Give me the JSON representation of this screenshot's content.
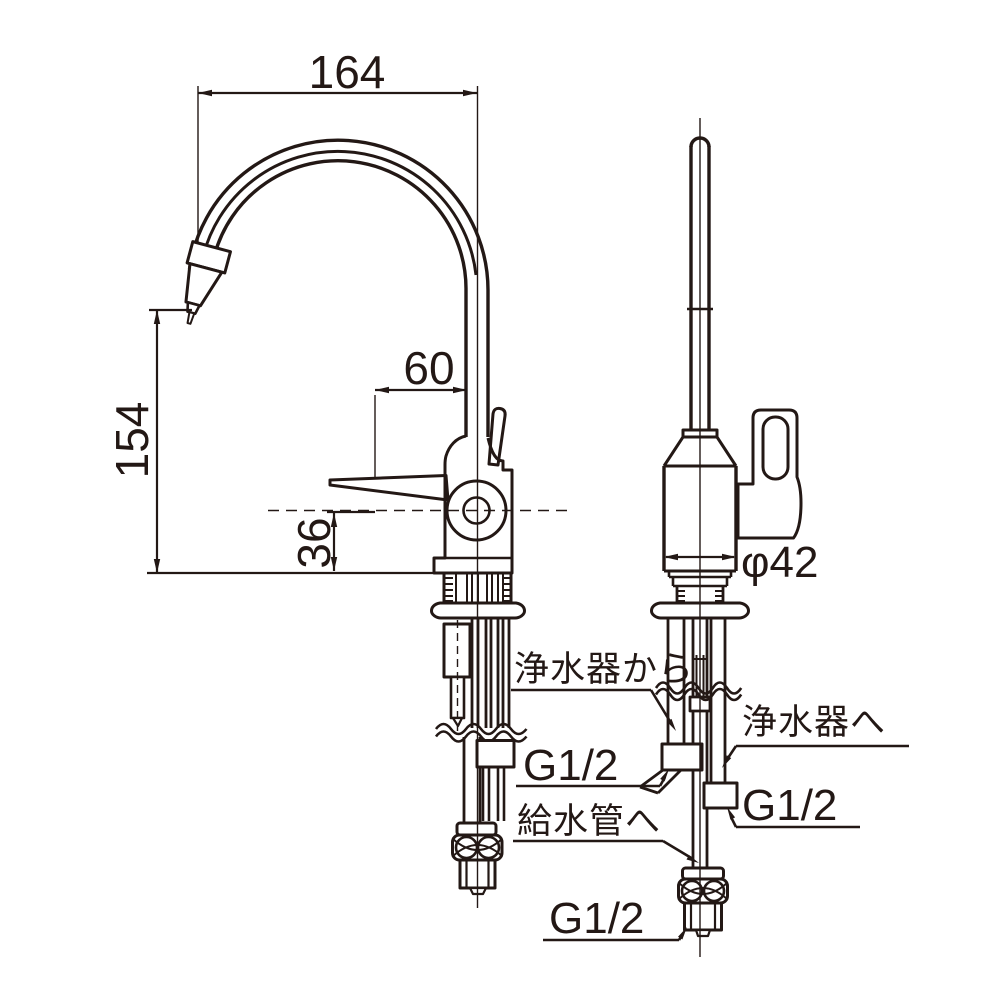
{
  "colors": {
    "ink": "#231815",
    "background": "#ffffff"
  },
  "dimensions": {
    "spout_reach_mm": "164",
    "spout_height_mm": "154",
    "lever_offset_mm": "60",
    "outlet_center_height_mm": "36",
    "body_diameter": "φ42"
  },
  "labels": {
    "from_purifier": "浄水器から",
    "to_purifier": "浄水器へ",
    "to_supply_pipe": "給水管へ",
    "connection_left": "G1/2",
    "connection_right": "G1/2",
    "connection_bottom": "G1/2"
  }
}
